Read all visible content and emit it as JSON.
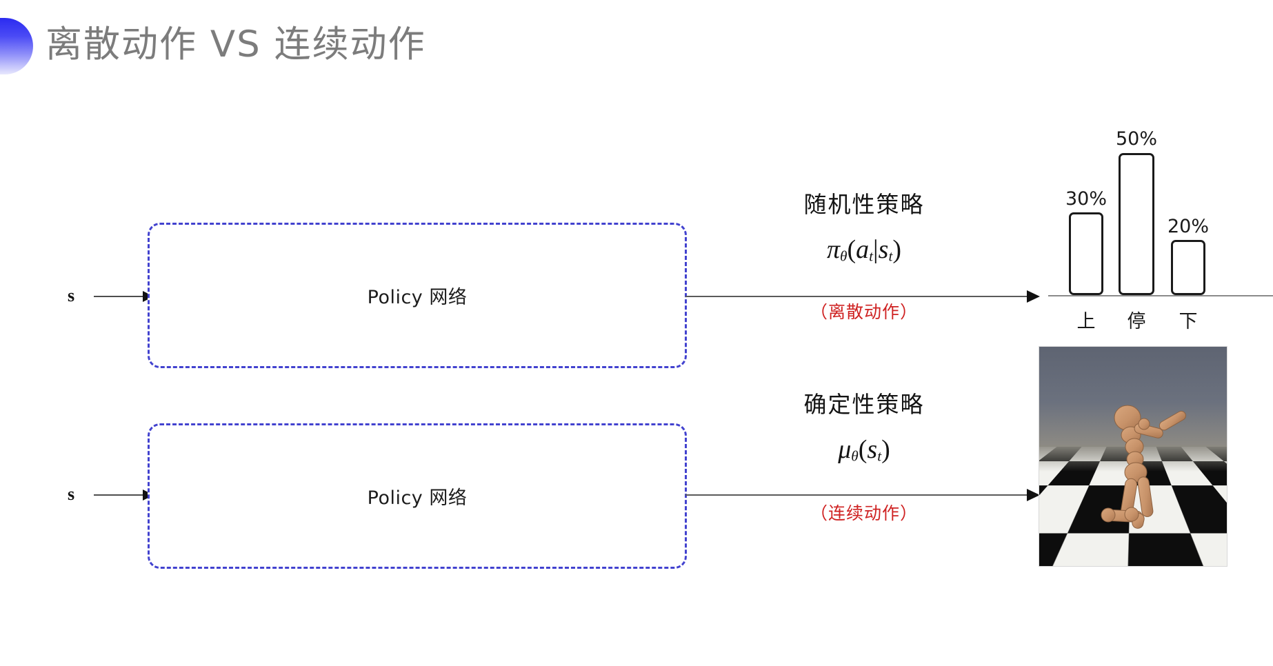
{
  "slide": {
    "title": "离散动作 VS 连续动作",
    "title_color": "#7c7c7c",
    "accent_color": "#2b2bf0",
    "box_border_color": "#4242cf",
    "note_color": "#cf2222"
  },
  "rows": {
    "discrete": {
      "input_label": "s",
      "box_label": "Policy 网络",
      "policy_kind": "随机性策略",
      "formula_plain": "πθ(at|st)",
      "note": "（离散动作）"
    },
    "continuous": {
      "input_label": "s",
      "box_label": "Policy 网络",
      "policy_kind": "确定性策略",
      "formula_plain": "μθ(st)",
      "note": "（连续动作）"
    }
  },
  "chart_data": {
    "type": "bar",
    "title": "",
    "xlabel": "",
    "ylabel": "",
    "categories": [
      "上",
      "停",
      "下"
    ],
    "values": [
      30,
      50,
      20
    ],
    "value_labels": [
      "30%",
      "50%",
      "20%"
    ],
    "ylim": [
      0,
      60
    ],
    "grid": false,
    "legend": false,
    "bar_style": "outlined"
  },
  "sim": {
    "caption": "",
    "alt": "MuJoCo Humanoid on checkerboard floor"
  }
}
